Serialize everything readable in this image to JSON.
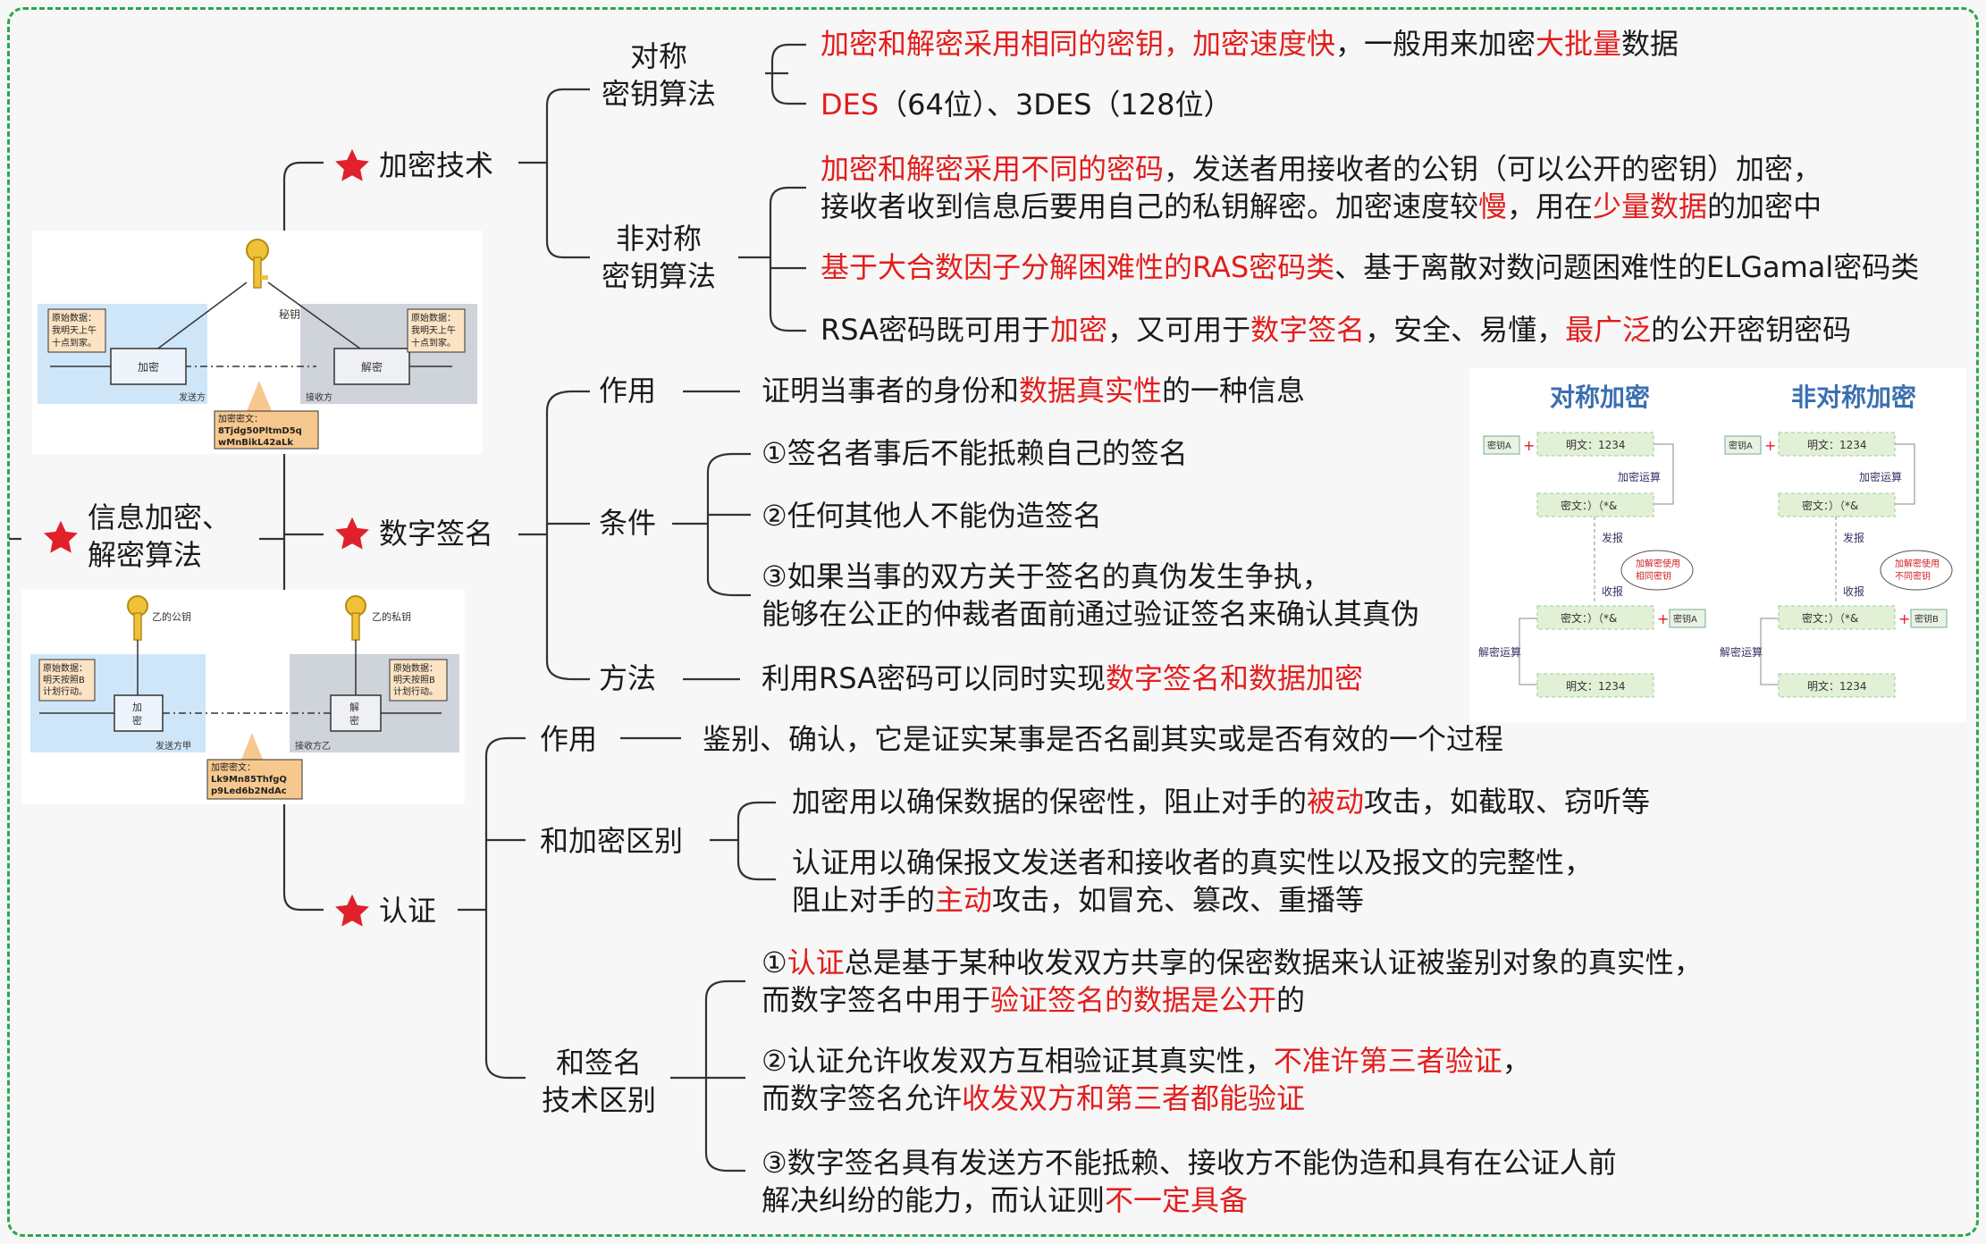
{
  "root": {
    "line1": "信息加密、",
    "line2": "解密算法"
  },
  "sections": {
    "encryption": "加密技术",
    "signature": "数字签名",
    "auth": "认证"
  },
  "encryption": {
    "sym_label1": "对称",
    "sym_label2": "密钥算法",
    "asym_label1": "非对称",
    "asym_label2": "密钥算法",
    "sym1": {
      "a": "加密和解密采用相同的密钥，加密速度快",
      "b": "，一般用来加密",
      "c": "大批量",
      "d": "数据"
    },
    "sym2": {
      "a": "DES",
      "b": "（64位）、3DES（128位）"
    },
    "asym1_l1": {
      "a": "加密和解密采用不同的密码",
      "b": "，发送者用接收者的公钥（可以公开的密钥）加密，"
    },
    "asym1_l2": {
      "a": "接收者收到信息后要用自己的私钥解密。加密速度较",
      "b": "慢",
      "c": "，用在",
      "d": "少量数据",
      "e": "的加密中"
    },
    "asym2": {
      "a": "基于大合数因子分解困难性的RAS密码类",
      "b": "、基于离散对数问题困难性的ELGamal密码类"
    },
    "asym3": {
      "a": "RSA密码既可用于",
      "b": "加密",
      "c": "，又可用于",
      "d": "数字签名",
      "e": "，安全、易懂，",
      "f": "最广泛",
      "g": "的公开密钥密码"
    }
  },
  "signature": {
    "role_label": "作用",
    "role": {
      "a": "证明当事者的身份和",
      "b": "数据真实性",
      "c": "的一种信息"
    },
    "cond_label": "条件",
    "cond1": "①签名者事后不能抵赖自己的签名",
    "cond2": "②任何其他人不能伪造签名",
    "cond3_l1": "③如果当事的双方关于签名的真伪发生争执，",
    "cond3_l2": "能够在公正的仲裁者面前通过验证签名来确认其真伪",
    "method_label": "方法",
    "method": {
      "a": "利用RSA密码可以同时实现",
      "b": "数字签名和数据加密"
    }
  },
  "auth": {
    "role_label": "作用",
    "role": "鉴别、确认，它是证实某事是否名副其实或是否有效的一个过程",
    "diff_enc_label": "和加密区别",
    "diff1": {
      "a": "加密用以确保数据的保密性，阻止对手的",
      "b": "被动",
      "c": "攻击，如截取、窃听等"
    },
    "diff2_l1": "认证用以确保报文发送者和接收者的真实性以及报文的完整性，",
    "diff2_l2": {
      "a": "阻止对手的",
      "b": "主动",
      "c": "攻击，如冒充、篡改、重播等"
    },
    "diff_sig_label1": "和签名",
    "diff_sig_label2": "技术区别",
    "s1_l1": {
      "a": "①",
      "b": "认证",
      "c": "总是基于某种收发双方共享的保密数据来认证被鉴别对象的真实性，"
    },
    "s1_l2": {
      "a": "而数字签名中用于",
      "b": "验证签名的数据是公开",
      "c": "的"
    },
    "s2_l1": {
      "a": "②认证允许收发双方互相验证其真实性，",
      "b": "不准许第三者验证",
      "c": "，"
    },
    "s2_l2": {
      "a": "而数字签名允许",
      "b": "收发双方和第三者都能验证"
    },
    "s3_l1": "③数字签名具有发送方不能抵赖、接收方不能伪造和具有在公证人前",
    "s3_l2": {
      "a": "解决纠纷的能力，而认证则",
      "b": "不一定具备"
    }
  },
  "diagram_sym": {
    "key": "秘钥",
    "src": [
      "原始数据：",
      "我明天上午",
      "十点到家。"
    ],
    "enc": "加密",
    "dec": "解密",
    "sender": "发送方",
    "receiver": "接收方",
    "cipher": [
      "加密密文：",
      "8Tjdg50PltmD5q",
      "wMnBikL42aLk"
    ]
  },
  "diagram_asym": {
    "pub": "乙的公钥",
    "priv": "乙的私钥",
    "src": [
      "原始数据：",
      "明天按照B",
      "计划行动。"
    ],
    "enc": [
      "加",
      "密"
    ],
    "dec": [
      "解",
      "密"
    ],
    "sender": "发送方甲",
    "receiver": "接收方乙",
    "cipher": [
      "加密密文：",
      "Lk9Mn85ThfgQ",
      "p9Led6b2NdAc"
    ]
  },
  "compare": {
    "title_sym": "对称加密",
    "title_asym": "非对称加密",
    "keyA": "密钥A",
    "keyB": "密钥B",
    "plain": "明文：1234",
    "cipher": "密文：）（*&",
    "enc_op": "加密运算",
    "dec_op": "解密运算",
    "send": "发报",
    "recv": "收报",
    "note_sym": [
      "加解密使用",
      "相同密钥"
    ],
    "note_asym": [
      "加解密使用",
      "不同密钥"
    ]
  },
  "colors": {
    "accent_red": "#e21d1d",
    "frame_green": "#2aa84a",
    "star": "#e0202a"
  }
}
